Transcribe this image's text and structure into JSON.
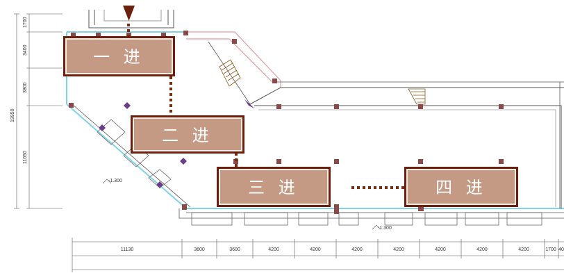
{
  "zones": [
    {
      "label": "一 进"
    },
    {
      "label": "二 进"
    },
    {
      "label": "三 进"
    },
    {
      "label": "四 进"
    }
  ],
  "dimensions": {
    "bottom": [
      "11130",
      "3600",
      "3600",
      "4200",
      "4200",
      "4200",
      "4200",
      "4200",
      "4200",
      "4200",
      "1700",
      "40"
    ],
    "left": [
      "1700",
      "3400",
      "3800",
      "11050"
    ],
    "total_left": "19950"
  },
  "elevation_marks": [
    "-1.300",
    "-1.300"
  ],
  "colors": {
    "zone_fill": "#c49a84",
    "zone_border": "#6b1f0c",
    "path": "#7a2c12",
    "column": "#8a4a4a",
    "diamond": "#6b3b8c",
    "glass": "#7fd3e6",
    "wall": "#555555"
  }
}
